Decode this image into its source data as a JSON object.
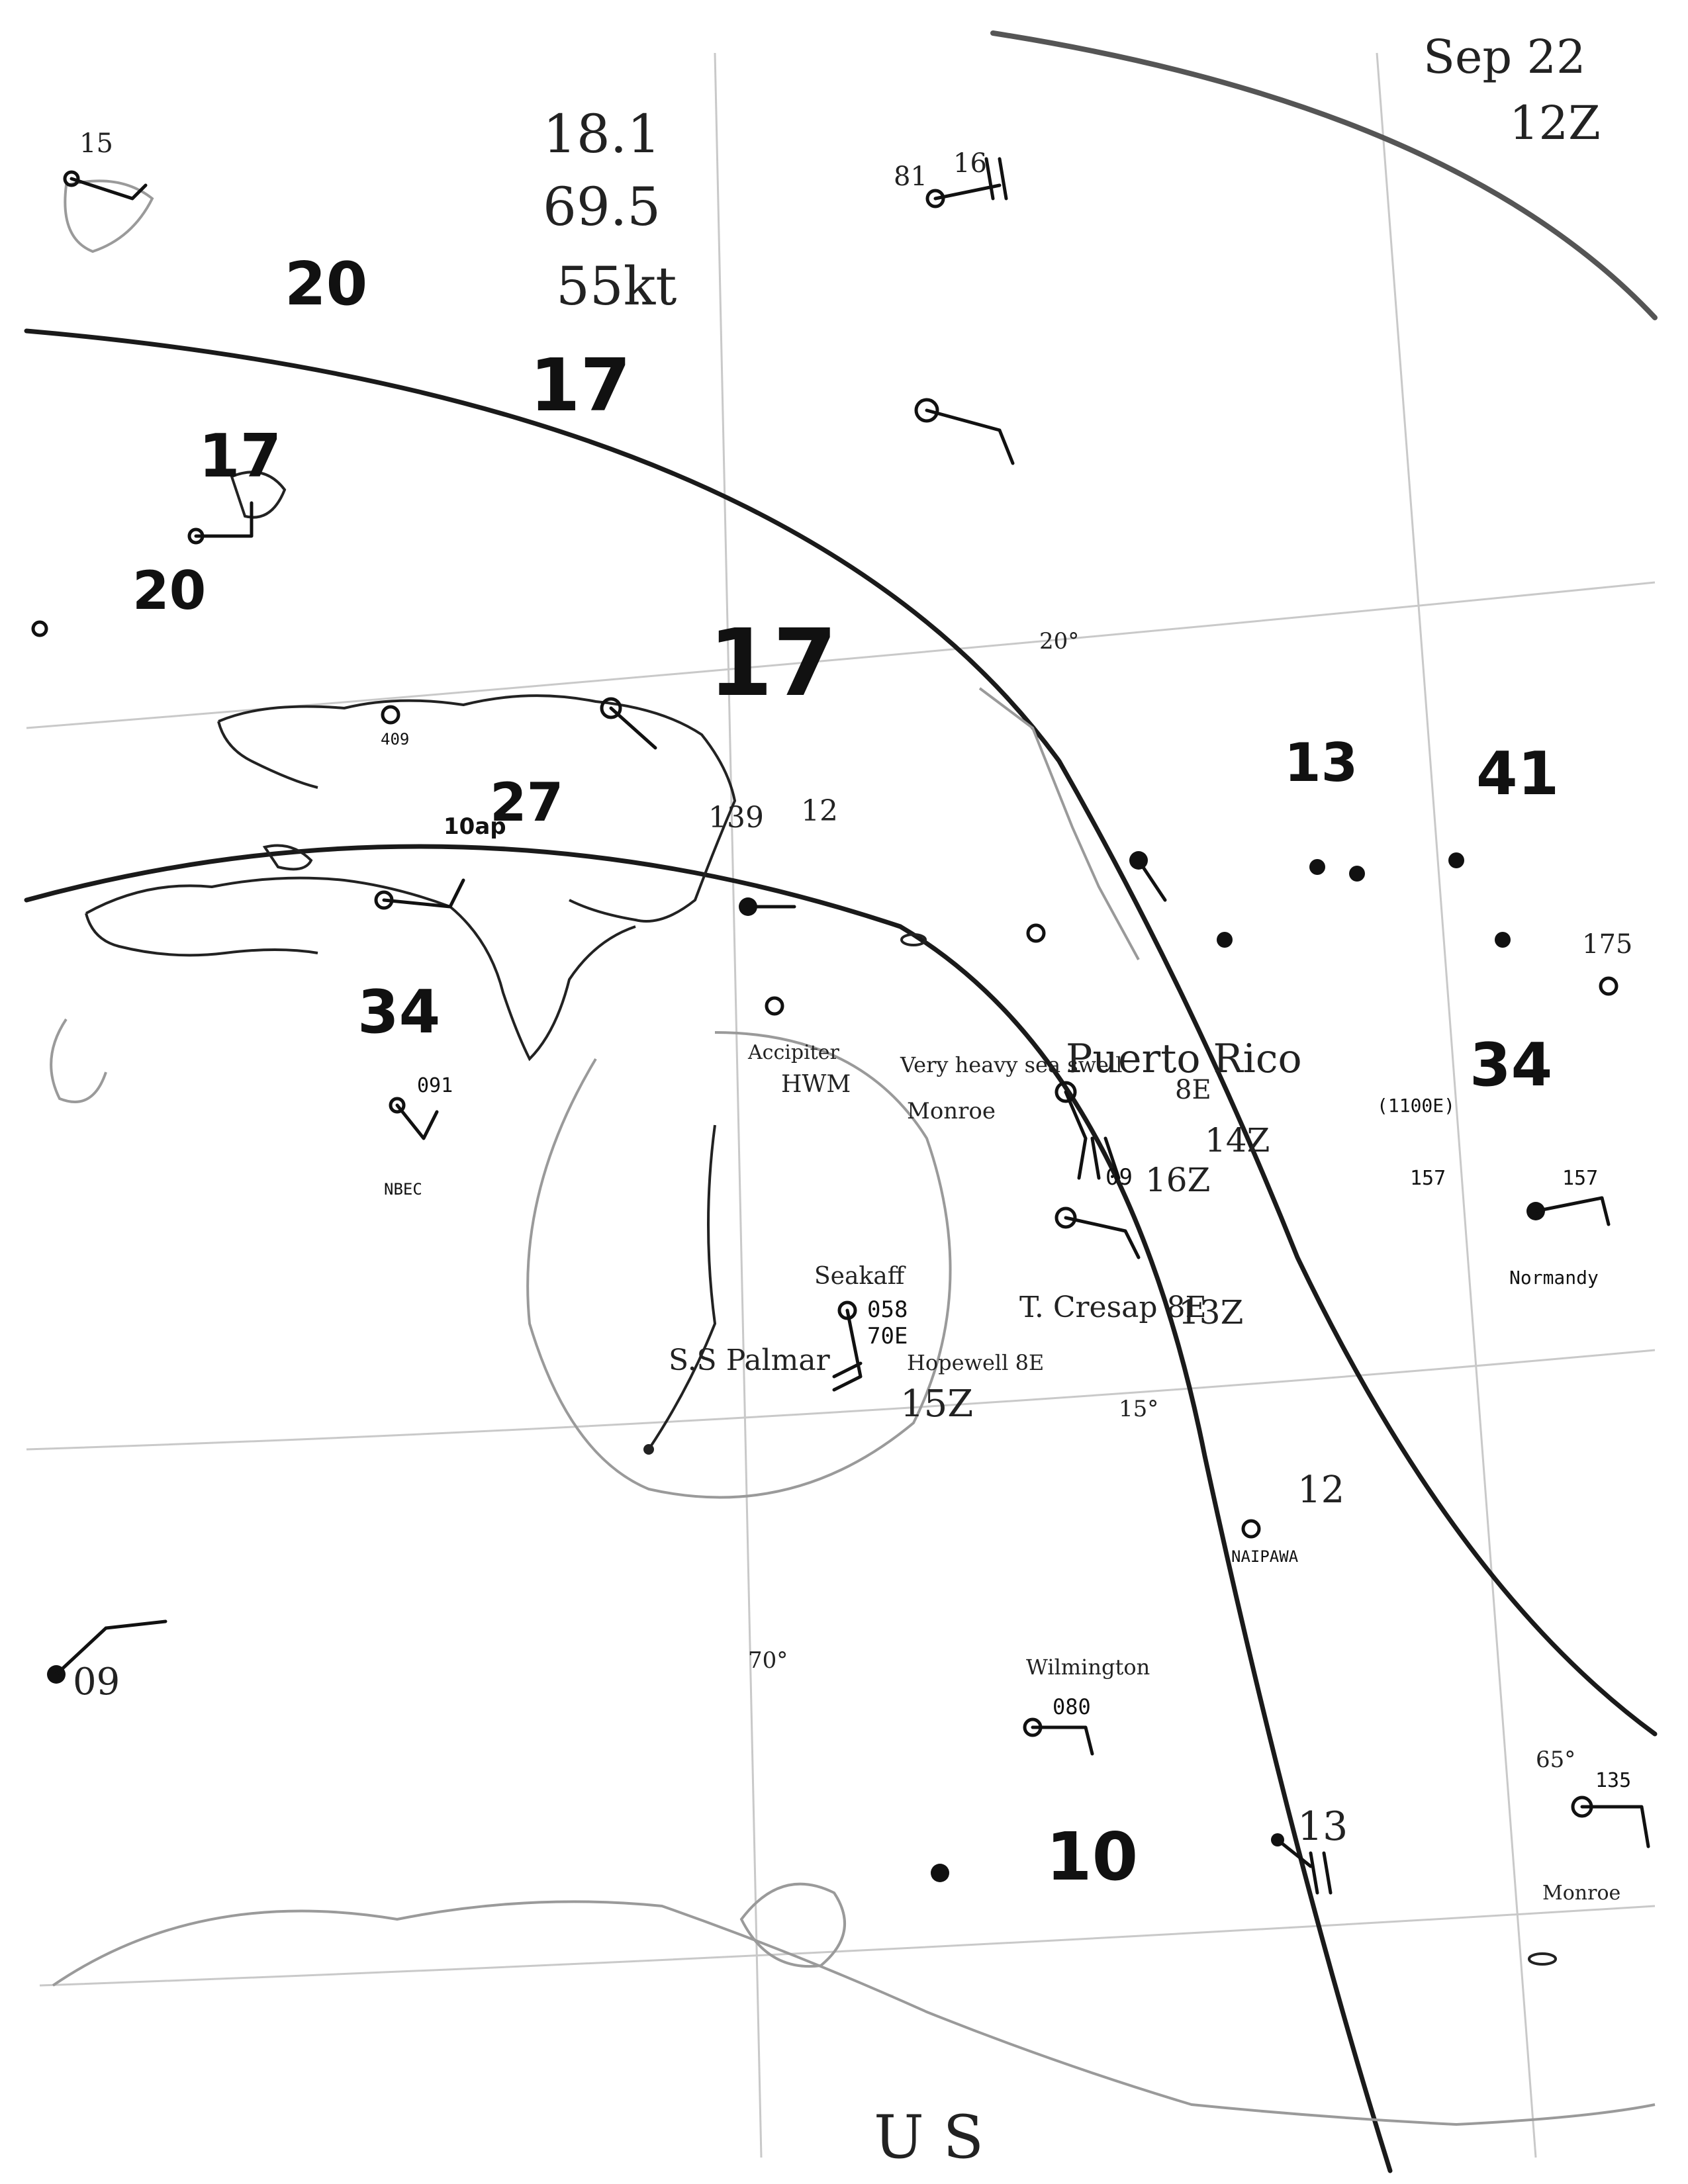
{
  "header": {
    "date": "Sep 22",
    "time": "12Z"
  },
  "storm_info": {
    "lat": "18.1",
    "lon": "69.5",
    "wind": "55kt"
  },
  "grid_labels": {
    "lat_20": "20°",
    "lat_15": "15°",
    "lon_70": "70°",
    "lon_65": "65°"
  },
  "region_labels": {
    "puerto_rico": "Puerto Rico",
    "us": "U S"
  },
  "pressure_labels": [
    "20",
    "17",
    "17",
    "20",
    "17",
    "27",
    "34",
    "13",
    "41",
    "34",
    "10",
    "13"
  ],
  "station_values": {
    "v15": "15",
    "v81": "81",
    "v16": "16",
    "v409": "409",
    "v139": "139",
    "v12": "12",
    "v09": "09",
    "v080": "080",
    "v058": "058",
    "v70e": "70E",
    "v157a": "157",
    "v157b": "157",
    "v091": "091",
    "v175": "175",
    "v135": "135",
    "v10ap": "10ap",
    "v8e": "8E",
    "v092": "09",
    "v16z": "16Z",
    "v14z": "14Z",
    "v13z": "13Z",
    "v15z": "15Z",
    "v12z_b": "12"
  },
  "ship_labels": {
    "wilmington": "Wilmington",
    "seakaff": "Seakaff",
    "palmar": "S.S Palmar",
    "cresap": "T. Cresap 8E",
    "hopewell": "Hopewell 8E",
    "monroe": "Monroe",
    "very_heavy": "Very heavy sea swell",
    "naipawa": "NAIPAWA",
    "nbec": "NBEC",
    "accipiter": "Accipiter",
    "hwm": "HWM",
    "normandy": "Normandy",
    "monroe2": "Monroe",
    "ship_1100e": "(1100E)"
  }
}
